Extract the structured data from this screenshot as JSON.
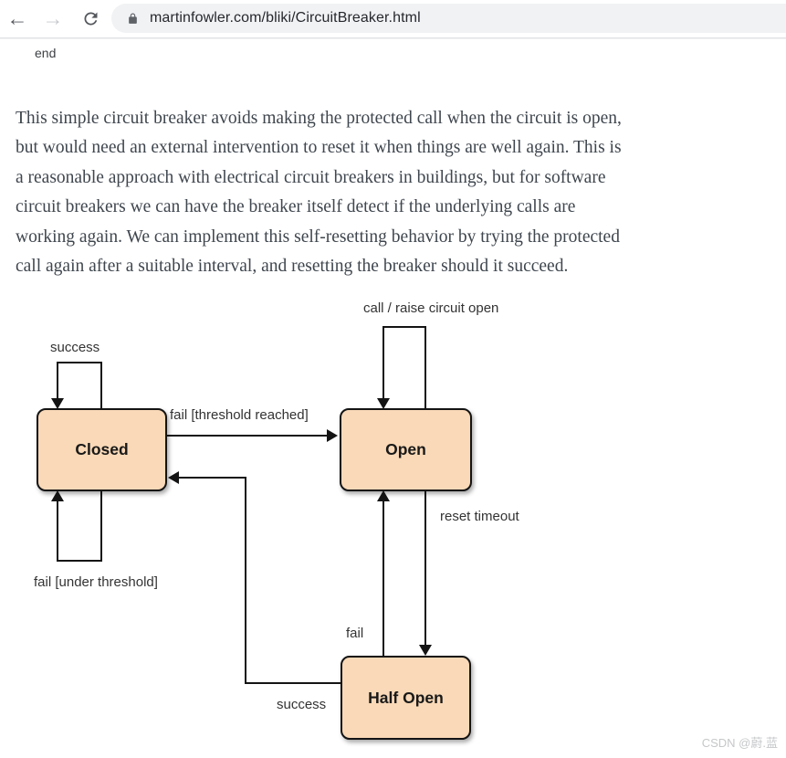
{
  "browser": {
    "back_label": "←",
    "forward_label": "→",
    "url": "martinfowler.com/bliki/CircuitBreaker.html"
  },
  "page": {
    "end_label": "end",
    "paragraph": "This simple circuit breaker avoids making the protected call when the circuit is open,\nbut would need an external intervention to reset it when things are well again. This is\na reasonable approach with electrical circuit breakers in buildings, but for software\ncircuit breakers we can have the breaker itself detect if the underlying calls are\nworking again. We can implement this self-resetting behavior by trying the protected\ncall again after a suitable interval, and resetting the breaker should it succeed.",
    "watermark": "CSDN @蔚.蓝"
  },
  "diagram": {
    "type": "state-diagram",
    "title": "Circuit Breaker state diagram",
    "states": [
      {
        "label": "Closed"
      },
      {
        "label": "Open"
      },
      {
        "label": "Half Open"
      }
    ],
    "transitions": [
      {
        "from": "Closed",
        "to": "Closed",
        "label": "success"
      },
      {
        "from": "Closed",
        "to": "Open",
        "label": "fail [threshold reached]"
      },
      {
        "from": "Closed",
        "to": "Closed",
        "label": "fail [under threshold]"
      },
      {
        "from": "Open",
        "to": "Open",
        "label": "call / raise circuit open"
      },
      {
        "from": "Open",
        "to": "Half Open",
        "label": "reset timeout"
      },
      {
        "from": "Half Open",
        "to": "Open",
        "label": "fail"
      },
      {
        "from": "Half Open",
        "to": "Closed",
        "label": "success"
      }
    ],
    "colors": {
      "state_fill": "#f9d9b7",
      "state_border": "#141414",
      "line": "#141414",
      "label_text": "#333333"
    }
  }
}
